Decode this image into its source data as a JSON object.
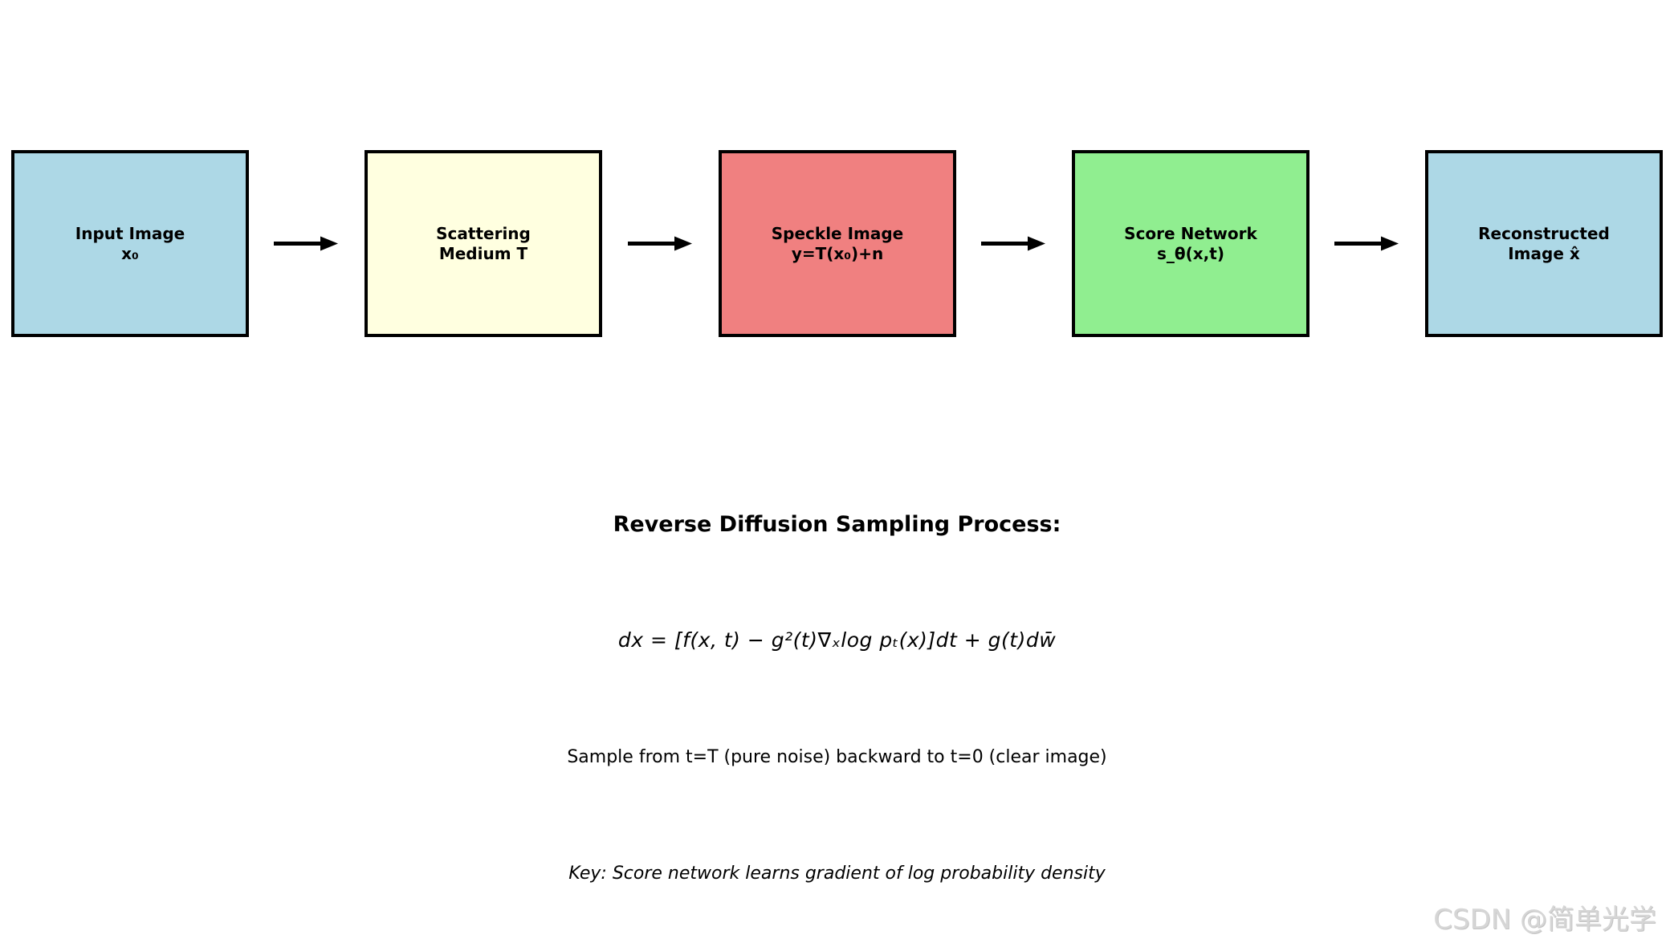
{
  "diagram": {
    "boxes": [
      {
        "line1": "Input Image",
        "line2": "x₀",
        "color": "#ADD8E6"
      },
      {
        "line1": "Scattering",
        "line2": "Medium T",
        "color": "#FFFFE0"
      },
      {
        "line1": "Speckle Image",
        "line2": "y=T(x₀)+n",
        "color": "#F08080"
      },
      {
        "line1": "Score Network",
        "line2": "s_θ(x,t)",
        "color": "#90EE90"
      },
      {
        "line1": "Reconstructed",
        "line2": "Image x̂",
        "color": "#ADD8E6"
      }
    ],
    "arrow_color": "#000000",
    "border_color": "#000000"
  },
  "text": {
    "title": "Reverse Diffusion Sampling Process:",
    "formula": "dx = [f(x, t) − g²(t)∇ₓlog pₜ(x)]dt + g(t)dw̄",
    "sample_note": "Sample from t=T (pure noise) backward to t=0 (clear image)",
    "key_note": "Key: Score network learns gradient of log probability density"
  },
  "watermark": {
    "text": "CSDN @简单光学"
  }
}
